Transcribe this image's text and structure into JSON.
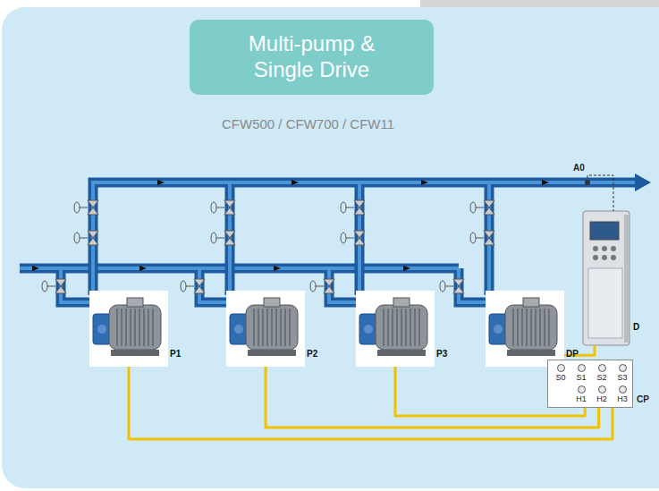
{
  "diagram": {
    "nodes": [
      {
        "text": [
          "Multi-pump & Single Drive"
        ]
      },
      {
        "text": [
          "P1"
        ]
      },
      {
        "text": [
          "P2"
        ]
      },
      {
        "text": [
          "P3"
        ]
      },
      {
        "text": [
          "DP"
        ]
      },
      {
        "text": [
          "D"
        ]
      },
      {
        "text": [
          "S0",
          "S1",
          "S2",
          "S3",
          "H1",
          "H2",
          "H3",
          "CP"
        ]
      }
    ],
    "edges": [
      {
        "from": 1,
        "to": 6,
        "arrow": "none"
      },
      {
        "from": 2,
        "to": 6,
        "arrow": "none"
      },
      {
        "from": 3,
        "to": 6,
        "arrow": "none"
      },
      {
        "from": 4,
        "to": 5,
        "arrow": "none"
      }
    ],
    "labels": [
      "CFW500 / CFW700 / CFW11",
      "A0"
    ]
  }
}
